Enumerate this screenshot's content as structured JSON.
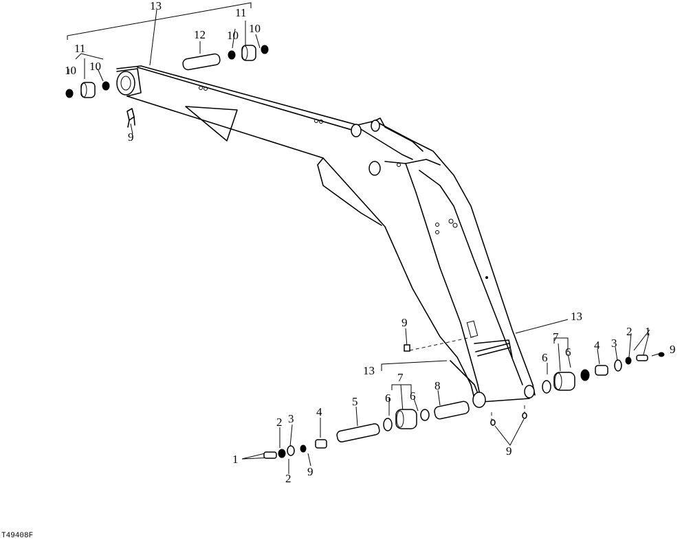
{
  "figure": {
    "code": "T49408F",
    "callouts": {
      "n1": "1",
      "n2": "2",
      "n3": "3",
      "n4": "4",
      "n5": "5",
      "n6": "6",
      "n7": "7",
      "n8": "8",
      "n9": "9",
      "n10": "10",
      "n11": "11",
      "n12": "12",
      "n13": "13"
    }
  }
}
